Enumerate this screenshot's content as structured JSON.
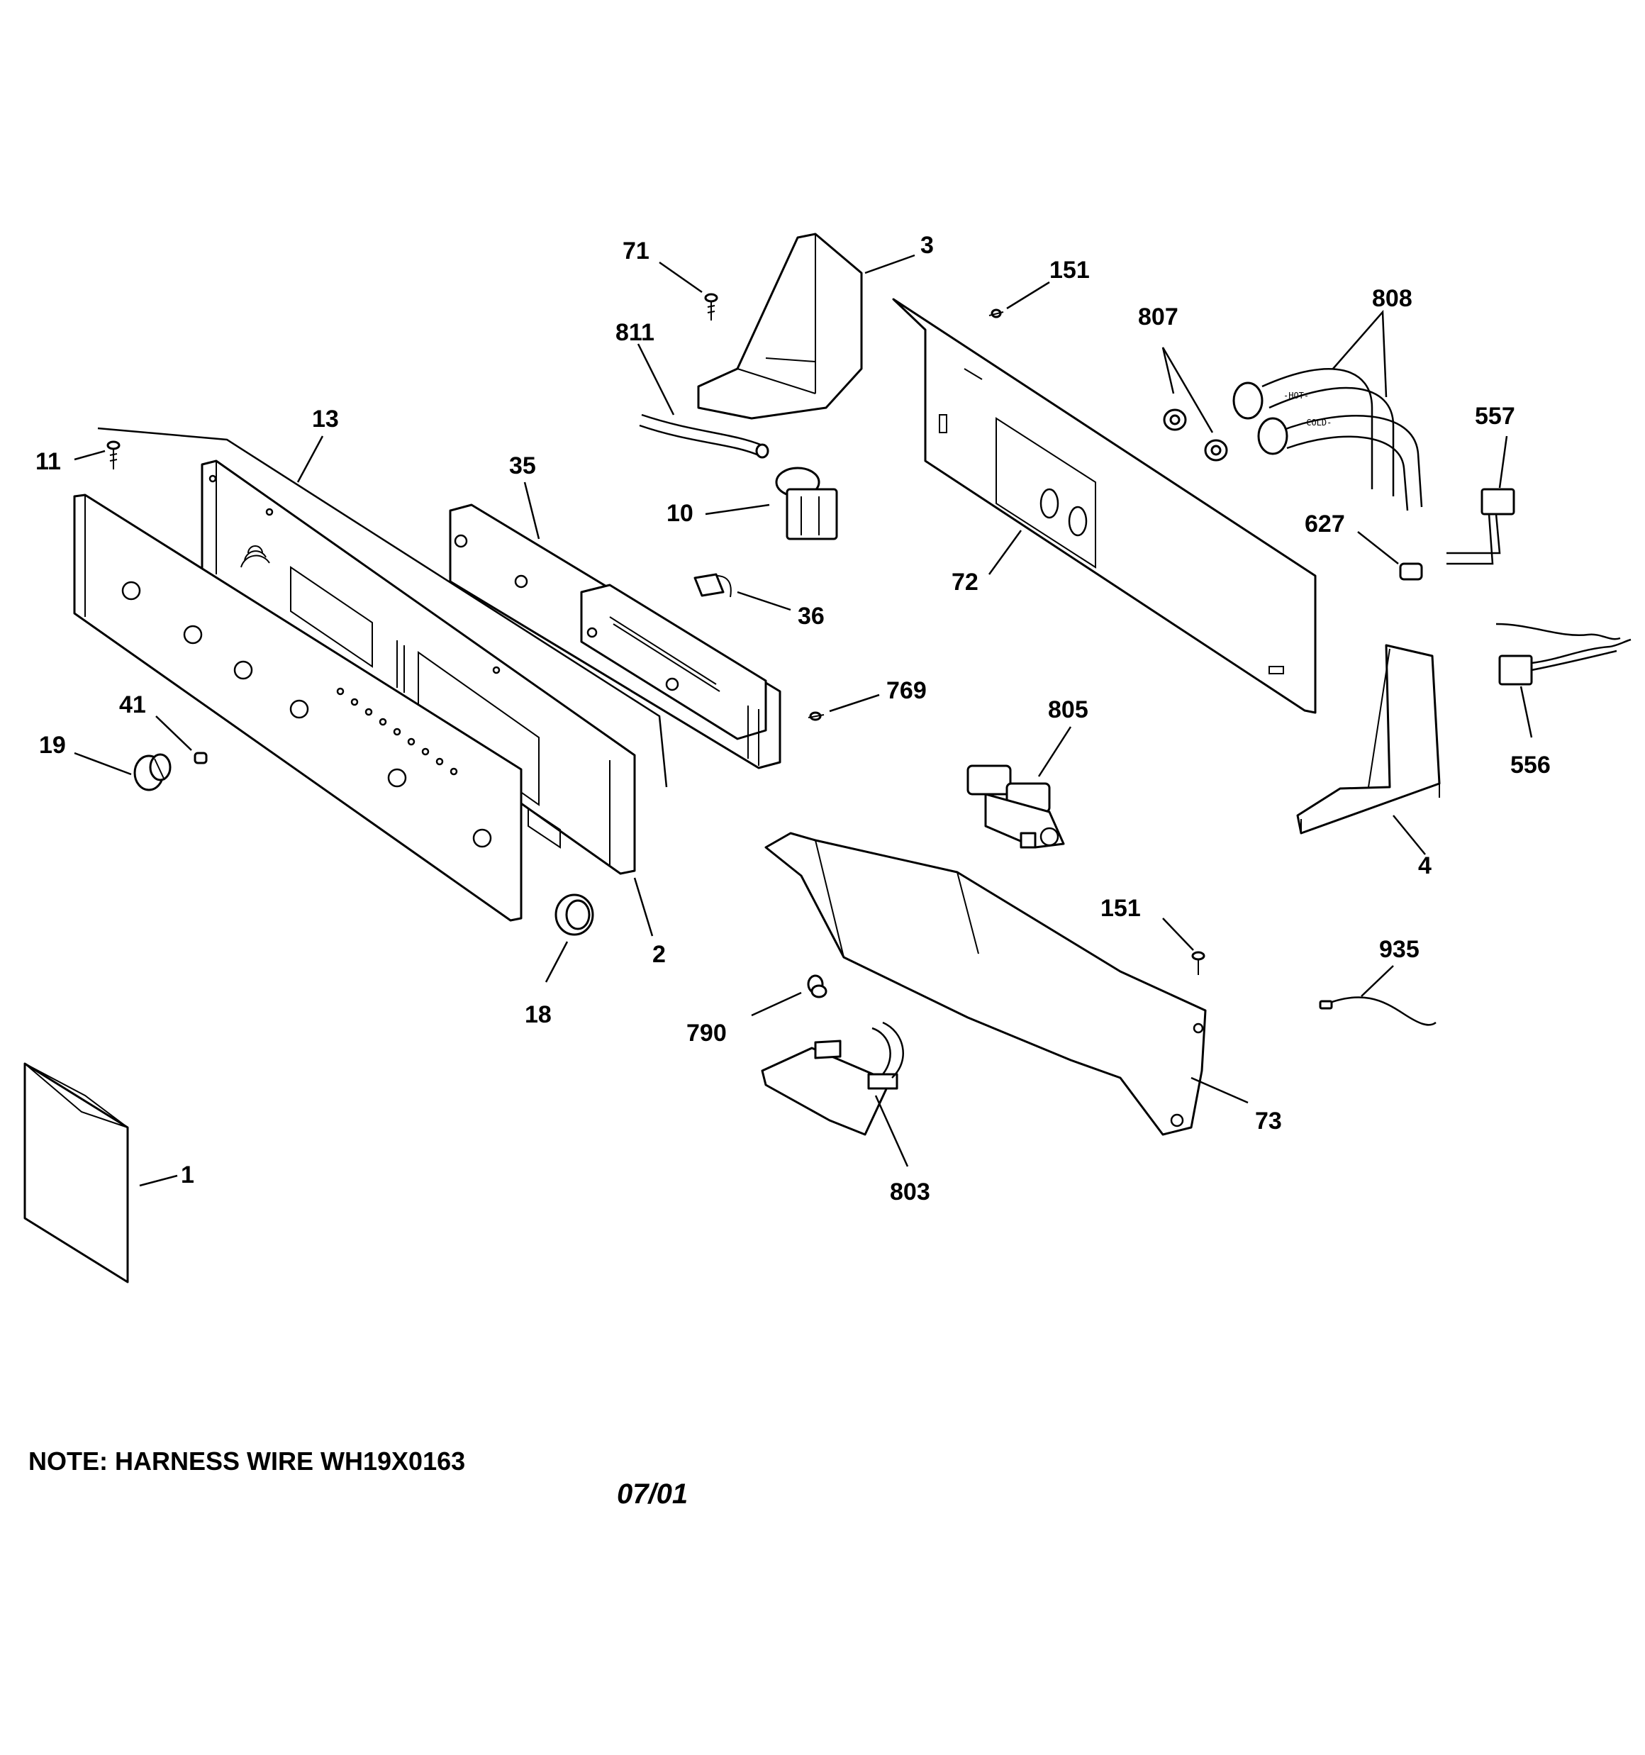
{
  "diagram": {
    "callouts": {
      "c1": "1",
      "c2": "2",
      "c3": "3",
      "c4": "4",
      "c10": "10",
      "c11": "11",
      "c13": "13",
      "c18": "18",
      "c19": "19",
      "c35": "35",
      "c36": "36",
      "c41": "41",
      "c71": "71",
      "c72": "72",
      "c73": "73",
      "c151a": "151",
      "c151b": "151",
      "c556": "556",
      "c557": "557",
      "c627": "627",
      "c769": "769",
      "c790": "790",
      "c803": "803",
      "c805": "805",
      "c807": "807",
      "c808": "808",
      "c811": "811",
      "c935": "935"
    },
    "hose_labels": {
      "hot": "-HOT-",
      "cold": "-COLD-"
    }
  },
  "footer": {
    "note": "NOTE: HARNESS WIRE WH19X0163",
    "date": "07/01"
  }
}
